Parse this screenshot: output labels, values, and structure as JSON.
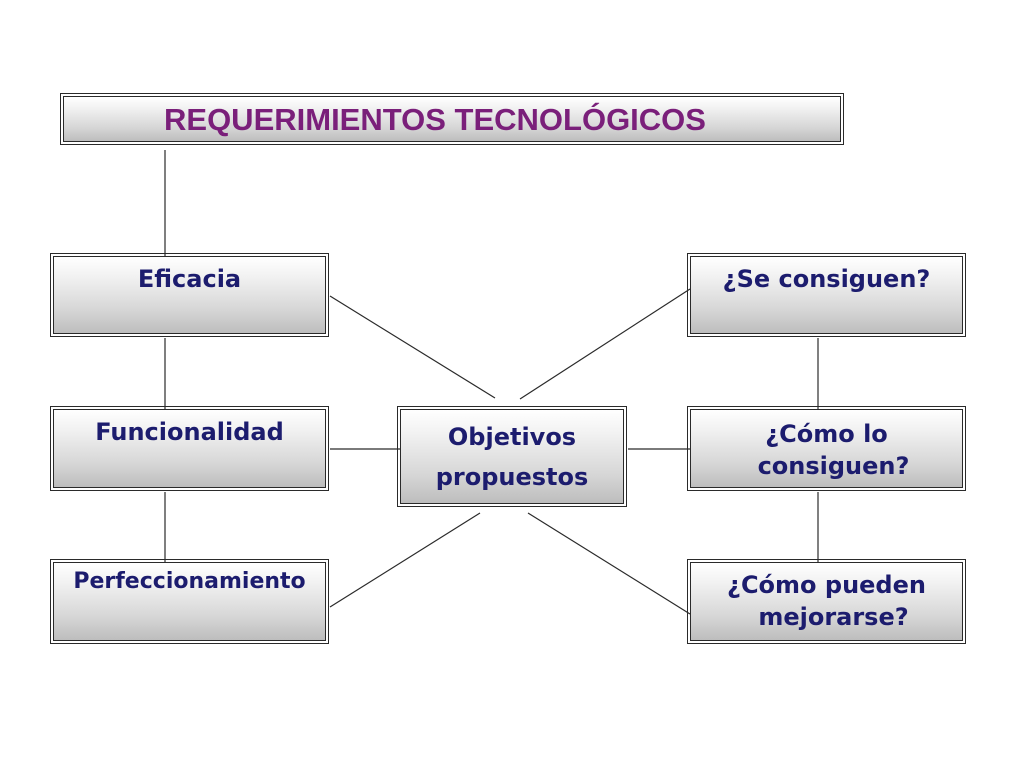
{
  "title": "REQUERIMIENTOS TECNOLÓGICOS",
  "left_column": {
    "eficacia": "Eficacia",
    "funcionalidad": "Funcionalidad",
    "perfeccionamiento": "Perfeccionamiento"
  },
  "center": {
    "line1": "Objetivos",
    "line2": "propuestos"
  },
  "right_column": {
    "se_consiguen": "¿Se consiguen?",
    "como_lo_line1": "¿Cómo lo",
    "como_lo_line2": "consiguen?",
    "como_pueden_line1": "¿Cómo pueden",
    "como_pueden_line2": "mejorarse?"
  },
  "colors": {
    "title_text": "#7a1f7a",
    "box_text": "#1c1c6e",
    "connector": "#2a2a2a"
  }
}
